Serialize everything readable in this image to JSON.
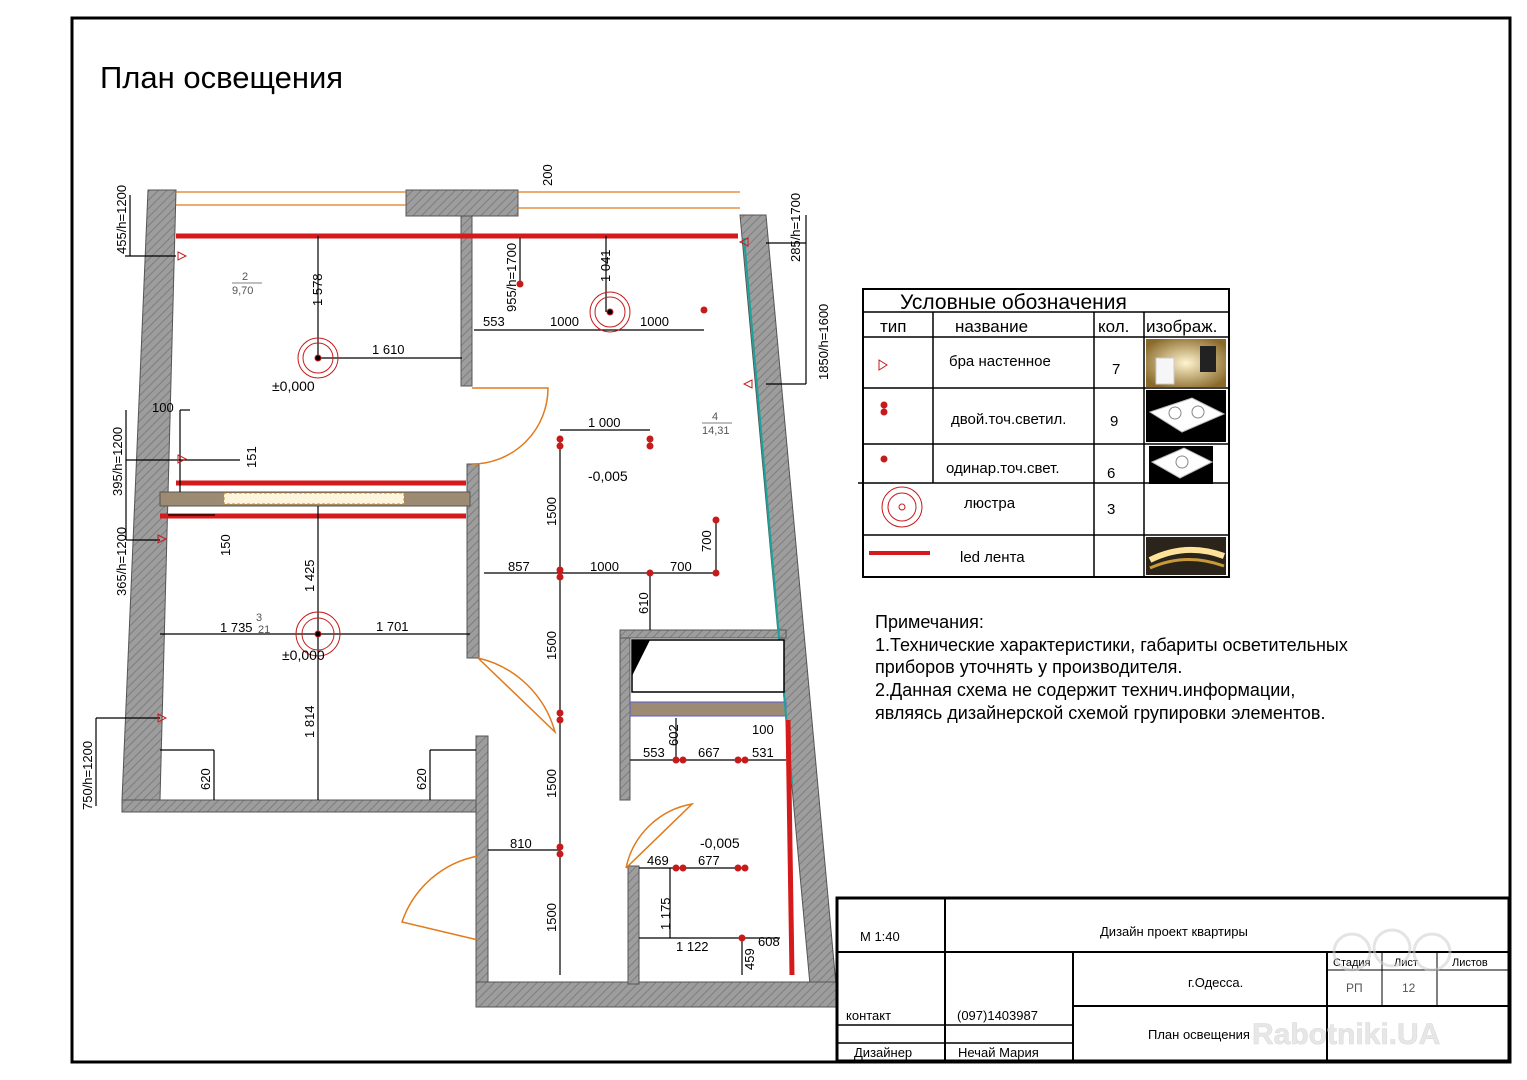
{
  "title": "План освещения",
  "plan": {
    "dims": {
      "d200": "200",
      "d455": "455/h=1200",
      "d1578": "1 578",
      "d1610": "1 610",
      "d955": "955/h=1700",
      "d1041": "1 041",
      "d553a": "553",
      "d1000a": "1000",
      "d1000b": "1000",
      "d285": "285/h=1700",
      "d1850": "1850/h=1600",
      "d100a": "100",
      "d395": "395/h=1200",
      "d151": "151",
      "d150": "150",
      "d365": "365/h=1200",
      "d1425": "1 425",
      "d1735": "1 735",
      "d1701": "1 701",
      "d750": "750/h=1200",
      "d1814": "1 814",
      "d620a": "620",
      "d620b": "620",
      "d1000c": "1 000",
      "d1500a": "1500",
      "d1500b": "1500",
      "d1500c": "1500",
      "d1500d": "1500",
      "d857": "857",
      "d1000d": "1000",
      "d700a": "700",
      "d700b": "700",
      "d610": "610",
      "d602": "602",
      "d100b": "100",
      "d553b": "553",
      "d667": "667",
      "d531": "531",
      "d810": "810",
      "d469": "469",
      "d677": "677",
      "d1175": "1 175",
      "d1122": "1 122",
      "d608": "608",
      "d459": "459"
    },
    "levels": {
      "lvl1": "±0,000",
      "lvl2": "±0,000",
      "lvl3": "-0,005",
      "lvl4": "-0,005"
    },
    "rooms": [
      {
        "num": "2",
        "area": "9,70"
      },
      {
        "num": "4",
        "area": "14,31"
      },
      {
        "num": "3",
        "area": "21"
      }
    ]
  },
  "legend": {
    "title": "Условные обозначения",
    "headers": [
      "тип",
      "название",
      "кол.",
      "изображ."
    ],
    "rows": [
      {
        "name": "бра настенное",
        "qty": "7",
        "icon": "wall-sconce-icon"
      },
      {
        "name": "двой.точ.светил.",
        "qty": "9",
        "icon": "double-spot-icon"
      },
      {
        "name": "одинар.точ.свет.",
        "qty": "6",
        "icon": "single-spot-icon"
      },
      {
        "name": "люстра",
        "qty": "3",
        "icon": "chandelier-icon"
      },
      {
        "name": "led лента",
        "qty": "",
        "icon": "led-strip-icon"
      }
    ]
  },
  "notes": {
    "heading": "Примечания:",
    "lines": [
      "1.Технические характеристики, габариты осветительных",
      "приборов уточнять у производителя.",
      "2.Данная схема не содержит технич.информации,",
      "являясь дизайнерской схемой групировки элементов."
    ]
  },
  "title_block": {
    "scale": "М 1:40",
    "project": "Дизайн проект квартиры",
    "city": "г.Одесса.",
    "stage_label": "Стадия",
    "sheet_label": "Лист",
    "sheets_label": "Листов",
    "stage": "РП",
    "sheet": "12",
    "contact_label": "контакт",
    "contact": "(097)1403987",
    "designer_label": "Дизайнер",
    "designer": "Нечай Мария",
    "drawing": "План освещения"
  },
  "watermark": "Rabotniki.UA",
  "colors": {
    "led": "#d41a1a",
    "fixture": "#c61b1b",
    "wall": "#a8a8a8",
    "door": "#e07a1a",
    "glass": "#1aa39b",
    "ink": "#000000"
  }
}
